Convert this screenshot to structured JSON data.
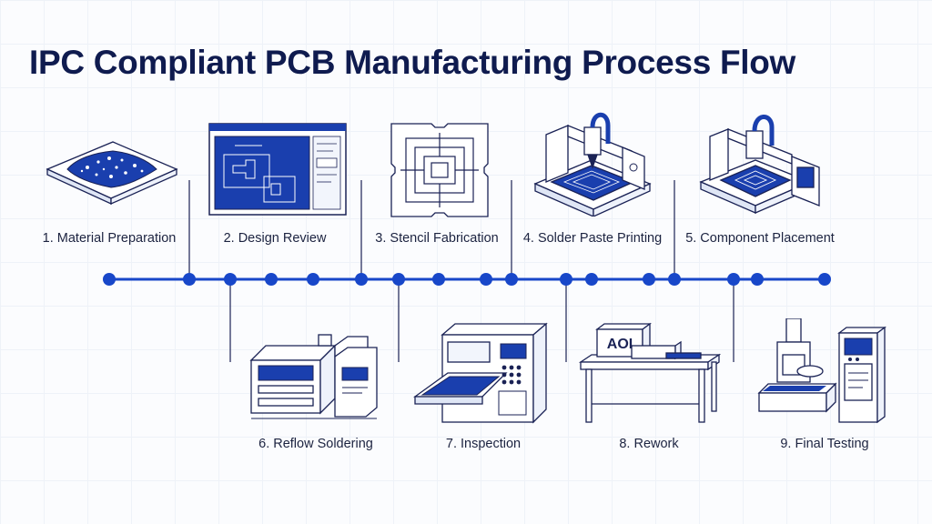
{
  "title": "IPC Compliant PCB Manufacturing Process Flow",
  "colors": {
    "accent": "#1847c9",
    "ink": "#1a2255",
    "panel": "#1a3fae",
    "panel_light": "#e6edfb"
  },
  "steps": [
    {
      "label": "1. Material Preparation",
      "icon": "substrate-icon"
    },
    {
      "label": "2. Design Review",
      "icon": "cad-monitor-icon"
    },
    {
      "label": "3. Stencil Fabrication",
      "icon": "stencil-icon"
    },
    {
      "label": "4. Solder Paste Printing",
      "icon": "paste-printer-icon"
    },
    {
      "label": "5. Component Placement",
      "icon": "pick-and-place-icon"
    },
    {
      "label": "6. Reflow Soldering",
      "icon": "reflow-oven-icon"
    },
    {
      "label": "7. Inspection",
      "icon": "inspection-machine-icon"
    },
    {
      "label": "8. Rework",
      "icon": "rework-bench-icon",
      "sign": "AOI"
    },
    {
      "label": "9. Final Testing",
      "icon": "test-station-icon"
    }
  ]
}
